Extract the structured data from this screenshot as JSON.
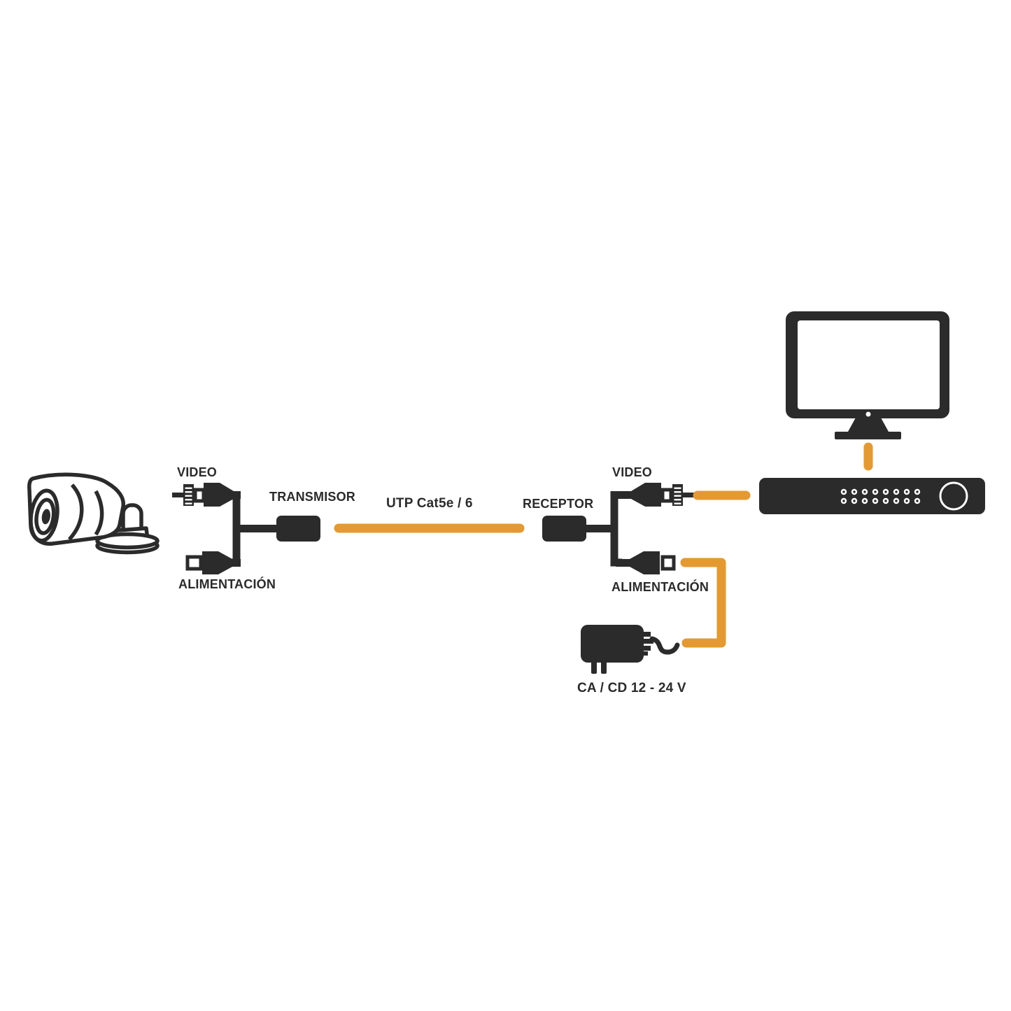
{
  "diagram": {
    "type": "video-balun-connection-diagram",
    "background": "#ffffff",
    "colors": {
      "ink": "#2b2b2b",
      "accent": "#e49a30",
      "white": "#ffffff"
    },
    "nodes": {
      "camera": {
        "type": "cctv-bullet-camera"
      },
      "transmitter": {
        "label": "TRANSMISOR",
        "video_label": "VIDEO",
        "power_label": "ALIMENTACIÓN"
      },
      "utp_cable": {
        "label": "UTP Cat5e / 6"
      },
      "receiver": {
        "label": "RECEPTOR",
        "video_label": "VIDEO",
        "power_label": "ALIMENTACIÓN"
      },
      "dvr": {
        "type": "dvr-recorder"
      },
      "monitor": {
        "type": "monitor"
      },
      "power_adapter": {
        "label": "CA / CD 12 - 24 V"
      }
    },
    "connections": [
      "transmitter -> receiver : UTP Cat5e / 6",
      "receiver video -> dvr",
      "dvr -> monitor",
      "power adapter -> receiver alimentación"
    ]
  }
}
